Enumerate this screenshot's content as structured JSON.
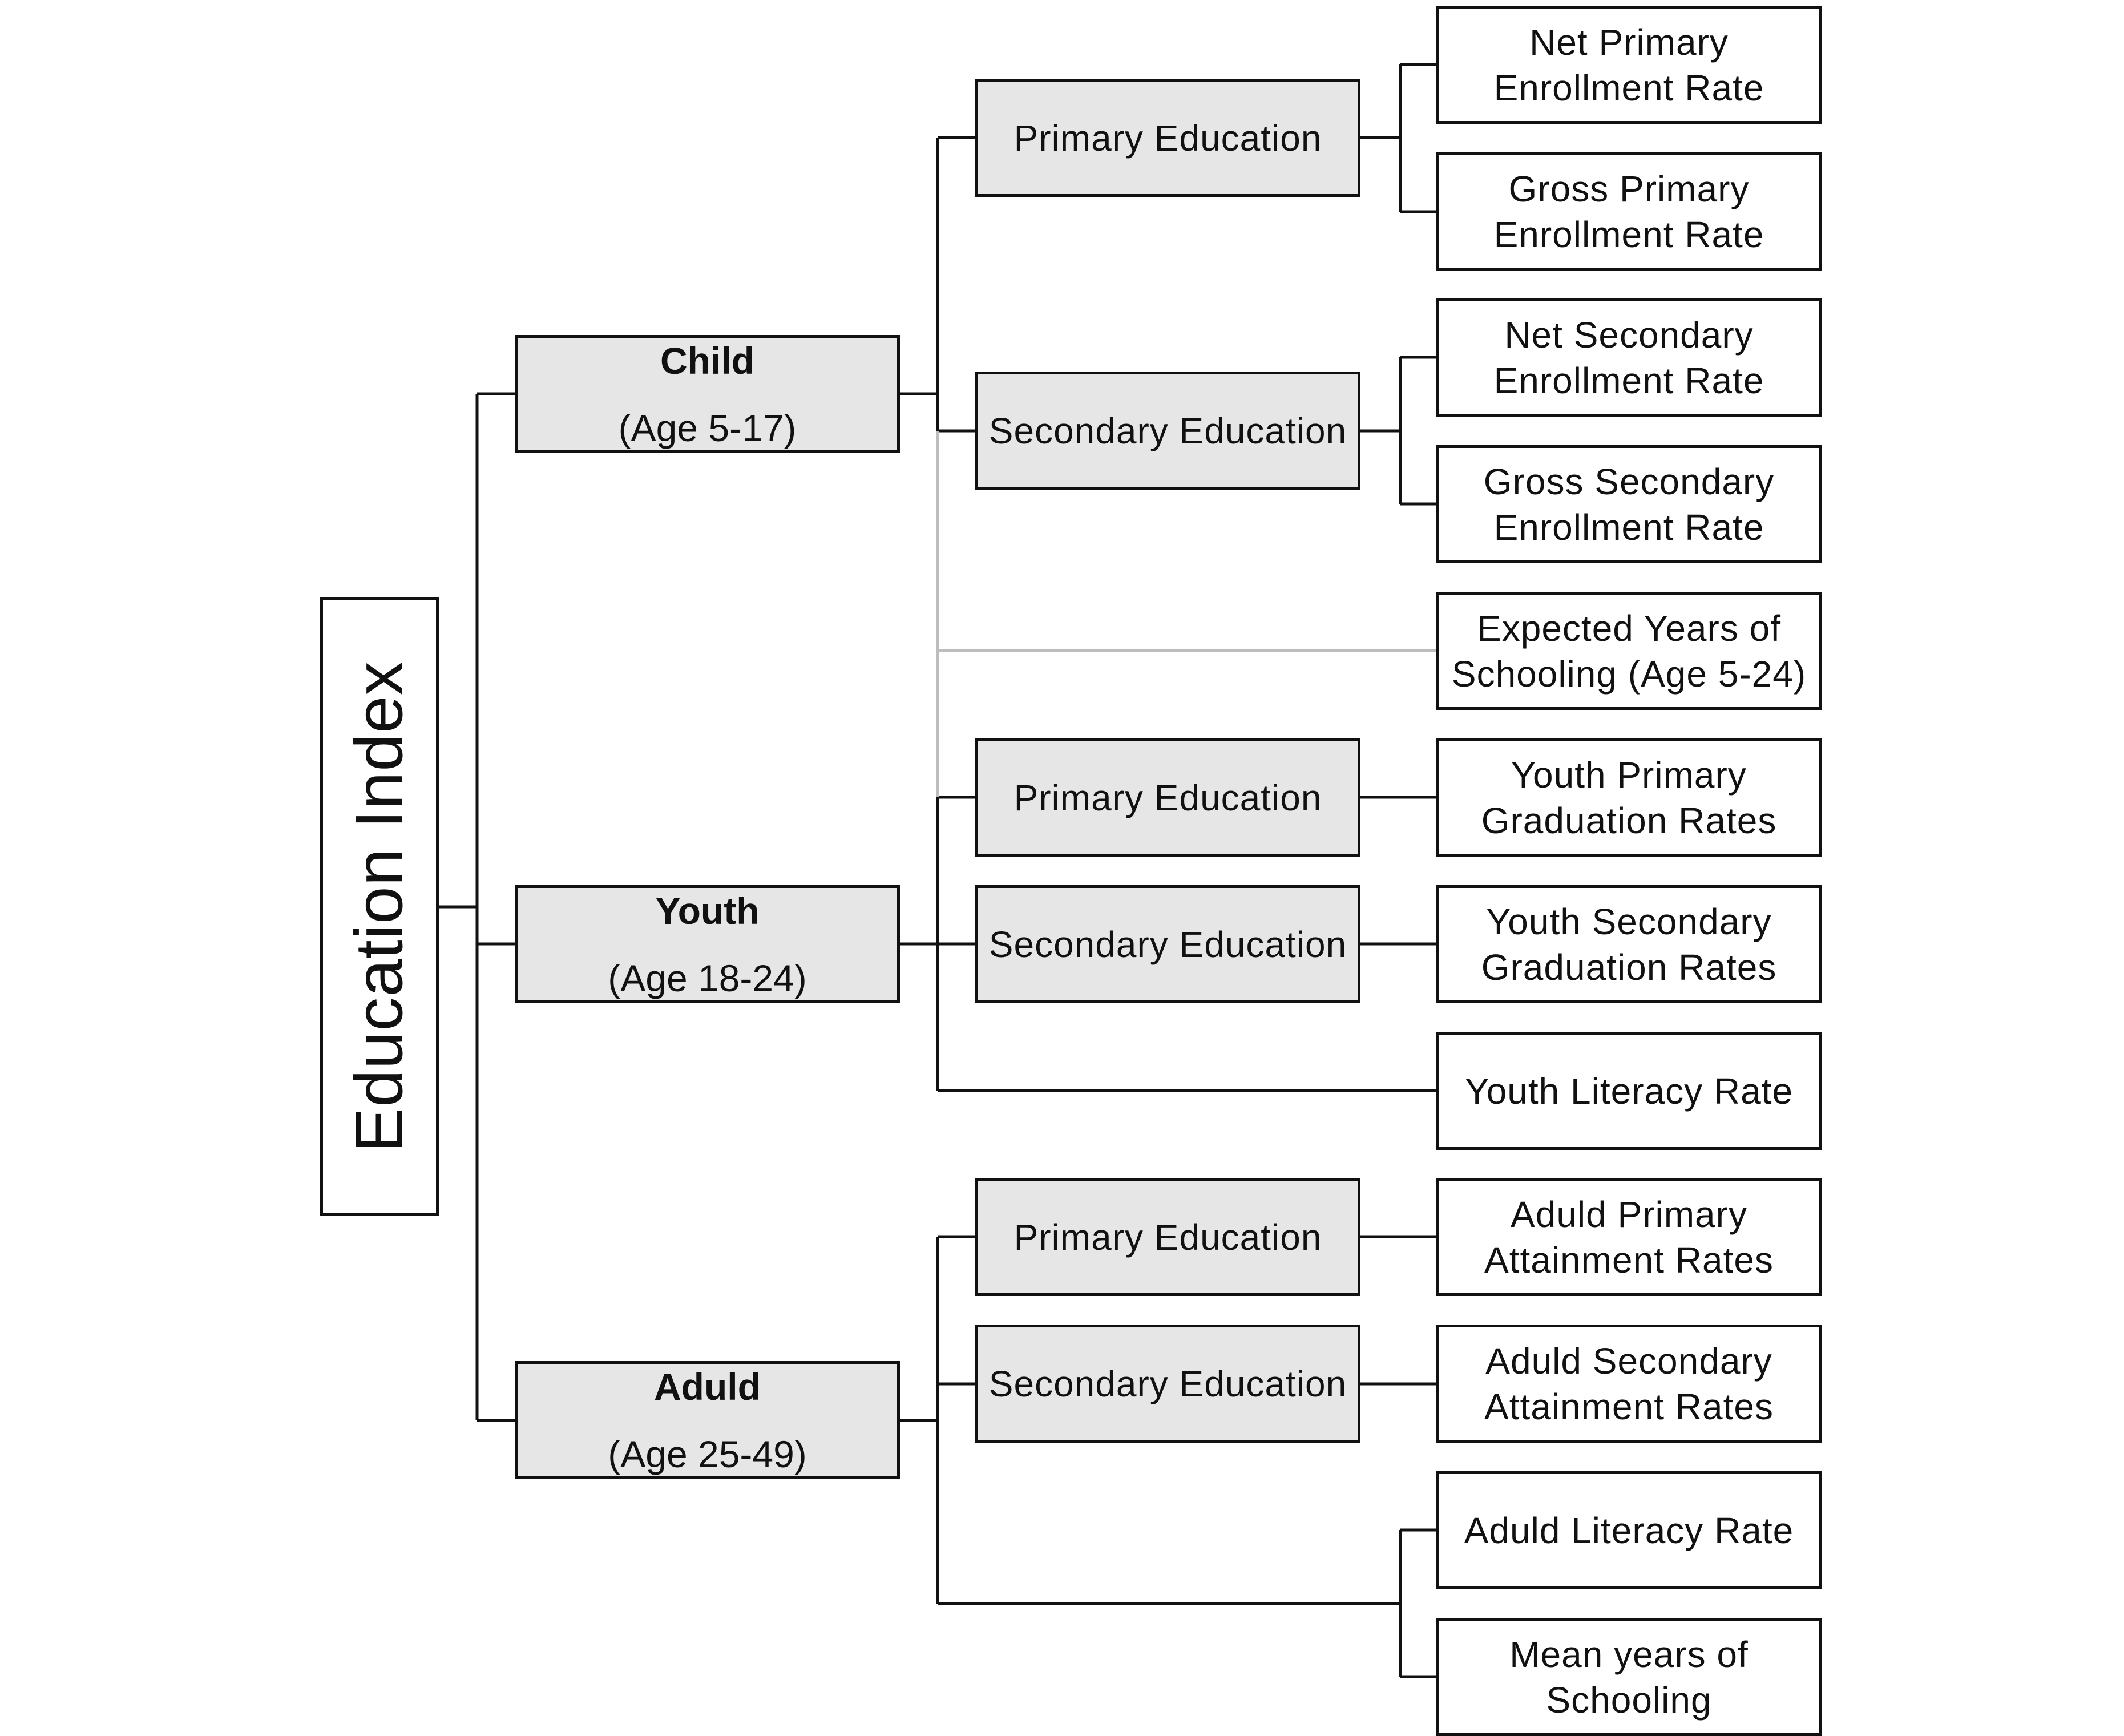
{
  "root": {
    "label": "Education Index"
  },
  "groups": {
    "child": {
      "title": "Child",
      "age": "(Age 5-17)",
      "primary": {
        "label": "Primary Education",
        "leaves": [
          [
            "Net Primary",
            "Enrollment Rate"
          ],
          [
            "Gross Primary",
            "Enrollment Rate"
          ]
        ]
      },
      "secondary": {
        "label": "Secondary Education",
        "leaves": [
          [
            "Net Secondary",
            "Enrollment Rate"
          ],
          [
            "Gross Secondary",
            "Enrollment Rate"
          ]
        ]
      }
    },
    "expected": [
      "Expected Years of",
      "Schooling (Age 5-24)"
    ],
    "youth": {
      "title": "Youth",
      "age": "(Age 18-24)",
      "primary": {
        "label": "Primary Education",
        "leaf": [
          "Youth Primary",
          "Graduation Rates"
        ]
      },
      "secondary": {
        "label": "Secondary Education",
        "leaf": [
          "Youth Secondary",
          "Graduation Rates"
        ]
      },
      "literacy": "Youth Literacy Rate"
    },
    "adult": {
      "title": "Aduld",
      "age": "(Age 25-49)",
      "primary": {
        "label": "Primary Education",
        "leaf": [
          "Aduld Primary",
          "Attainment Rates"
        ]
      },
      "secondary": {
        "label": "Secondary Education",
        "leaf": [
          "Aduld Secondary",
          "Attainment Rates"
        ]
      },
      "literacy": "Aduld Literacy Rate",
      "mean_years": [
        "Mean years of",
        "Schooling"
      ]
    }
  }
}
